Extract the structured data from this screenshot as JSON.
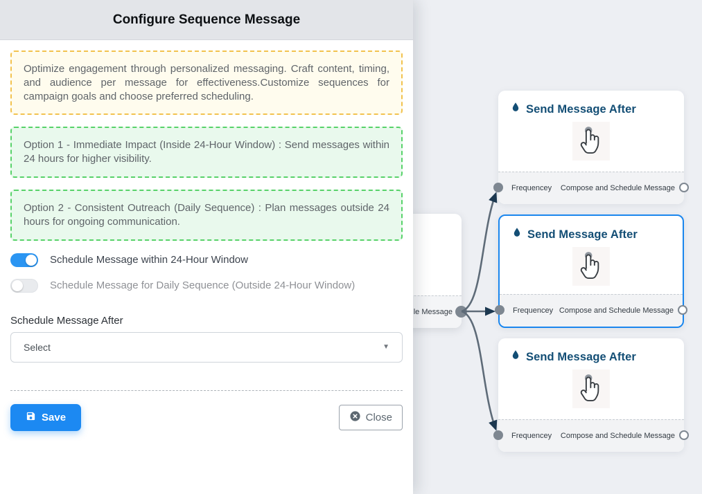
{
  "modal": {
    "title": "Configure Sequence Message",
    "notes": {
      "intro": "Optimize engagement through personalized messaging. Craft content, timing, and audience per message for effectiveness.Customize sequences for campaign goals and choose preferred scheduling.",
      "option1": "Option 1 - Immediate Impact (Inside 24-Hour Window) : Send messages within 24 hours for higher visibility.",
      "option2": "Option 2 - Consistent Outreach (Daily Sequence) : Plan messages outside 24 hours for ongoing communication."
    },
    "toggles": [
      {
        "label": "Schedule Message within 24-Hour Window",
        "state": "on"
      },
      {
        "label": "Schedule Message for Daily Sequence (Outside 24-Hour Window)",
        "state": "off"
      }
    ],
    "schedule_after_label": "Schedule Message After",
    "select_placeholder": "Select",
    "save_label": "Save",
    "close_label": "Close"
  },
  "canvas": {
    "nodes": [
      {
        "title": "Send Message After",
        "footer_left": "Frequencey",
        "footer_right": "Compose and Schedule Message",
        "selected": false
      },
      {
        "title": "Send Message After",
        "footer_left": "Frequencey",
        "footer_right": "Compose and Schedule Message",
        "selected": true
      },
      {
        "title": "Send Message After",
        "footer_left": "Frequencey",
        "footer_right": "Compose and Schedule Message",
        "selected": false
      }
    ],
    "partial_node": {
      "footer_right": "Compose and Schedule Message"
    }
  },
  "colors": {
    "accent_blue": "#1c89f2",
    "selected_border": "#1a86ee",
    "toggle_on": "#2b95f2",
    "node_title": "#134e75",
    "edge": "#5e6b78",
    "canvas_bg": "#edeff3",
    "yellow_note_border": "#f2c24e",
    "green_note_border": "#57d269"
  }
}
